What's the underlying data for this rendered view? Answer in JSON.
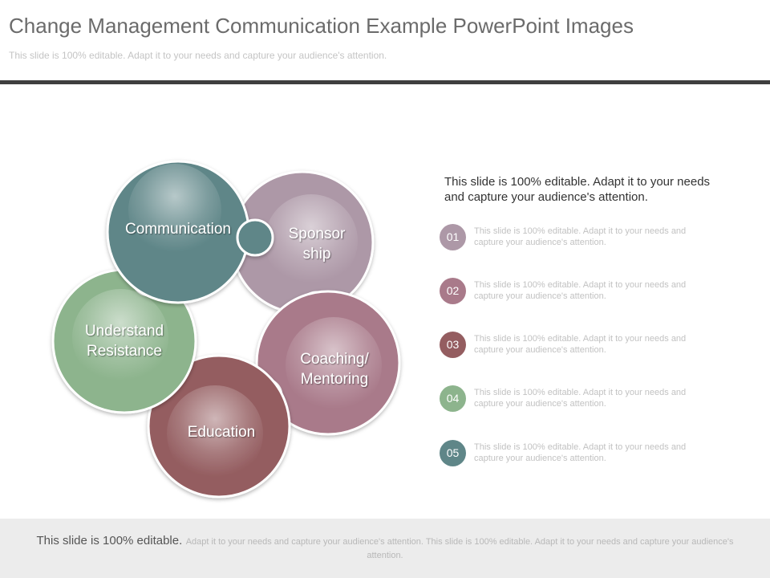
{
  "title": "Change Management Communication Example PowerPoint Images",
  "subtitle": "This slide is 100% editable. Adapt it to your needs and capture your audience's attention.",
  "diagram": {
    "pieces": [
      {
        "id": "communication",
        "lines": [
          "Communication"
        ],
        "color": "#5f8688"
      },
      {
        "id": "sponsorship",
        "lines": [
          "Sponsor",
          "ship"
        ],
        "color": "#ad98a7"
      },
      {
        "id": "understand-resistance",
        "lines": [
          "Understand",
          "Resistance"
        ],
        "color": "#8db48d"
      },
      {
        "id": "coaching-mentoring",
        "lines": [
          "Coaching/",
          "Mentoring"
        ],
        "color": "#a97a8a"
      },
      {
        "id": "education",
        "lines": [
          "Education"
        ],
        "color": "#945d60"
      }
    ]
  },
  "intro_text": "This slide is 100% editable. Adapt it to your needs and capture your audience's attention.",
  "items": [
    {
      "number": "01",
      "color": "#ad98a7",
      "text": "This slide is 100% editable. Adapt it to your needs and capture your audience's attention."
    },
    {
      "number": "02",
      "color": "#a97a8a",
      "text": "This slide is 100% editable. Adapt it to your needs and capture your audience's attention."
    },
    {
      "number": "03",
      "color": "#945d60",
      "text": "This slide is 100% editable. Adapt it to your needs and capture your audience's attention."
    },
    {
      "number": "04",
      "color": "#8db48d",
      "text": "This slide is 100% editable. Adapt it to your needs and capture your audience's attention."
    },
    {
      "number": "05",
      "color": "#5f8688",
      "text": "This slide is 100% editable. Adapt it to your needs and capture your audience's attention."
    }
  ],
  "footer": {
    "lead": "This slide is 100% editable.",
    "body": "Adapt it to your needs and capture your audience's attention. This slide is 100% editable. Adapt it to your needs and capture your audience's attention."
  }
}
